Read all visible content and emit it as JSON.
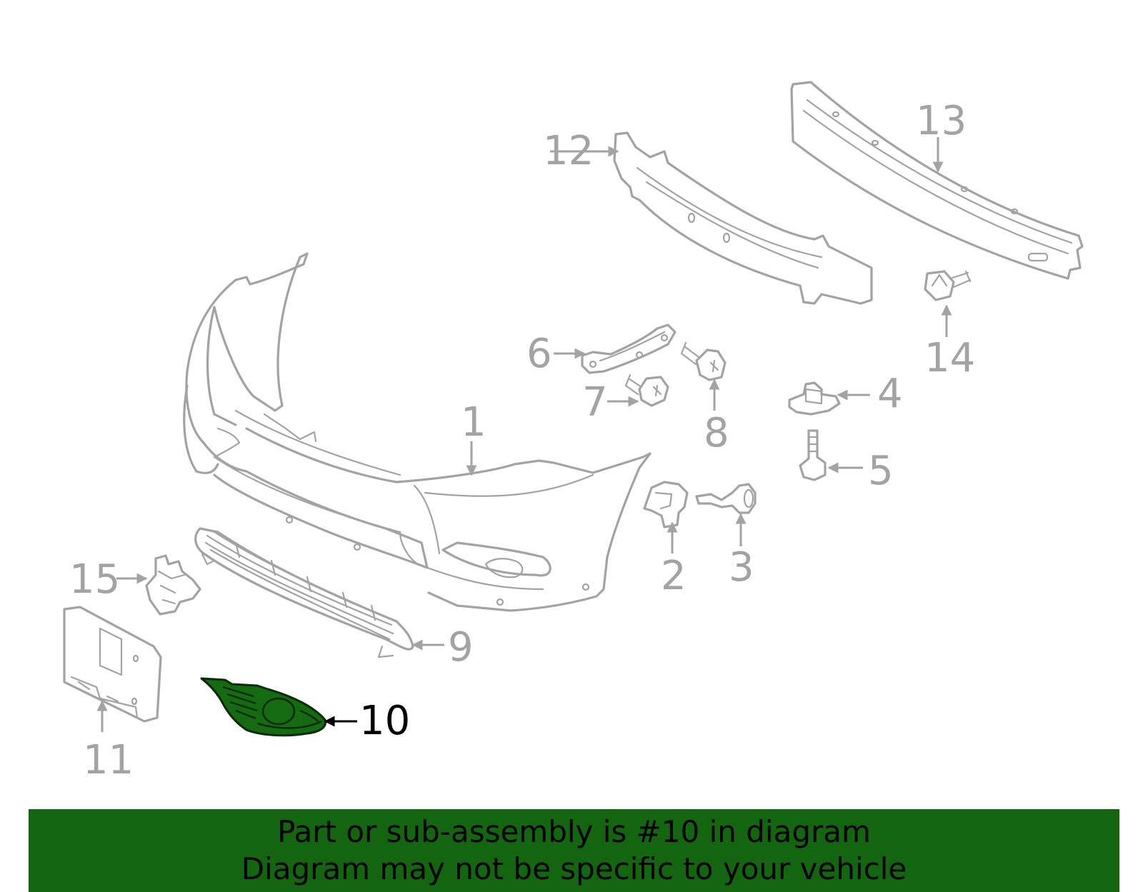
{
  "diagram": {
    "highlighted_callout": "10",
    "colors": {
      "part_stroke": "#a3a3a3",
      "highlight_fill": "#156b12",
      "banner_background": "#136510",
      "active_callout": "#000000"
    },
    "callouts": {
      "c1": "1",
      "c2": "2",
      "c3": "3",
      "c4": "4",
      "c5": "5",
      "c6": "6",
      "c7": "7",
      "c8": "8",
      "c9": "9",
      "c10": "10",
      "c11": "11",
      "c12": "12",
      "c13": "13",
      "c14": "14",
      "c15": "15"
    }
  },
  "banner": {
    "line1": "Part or sub-assembly is #10 in diagram",
    "line2": "Diagram may not be specific to your vehicle"
  }
}
